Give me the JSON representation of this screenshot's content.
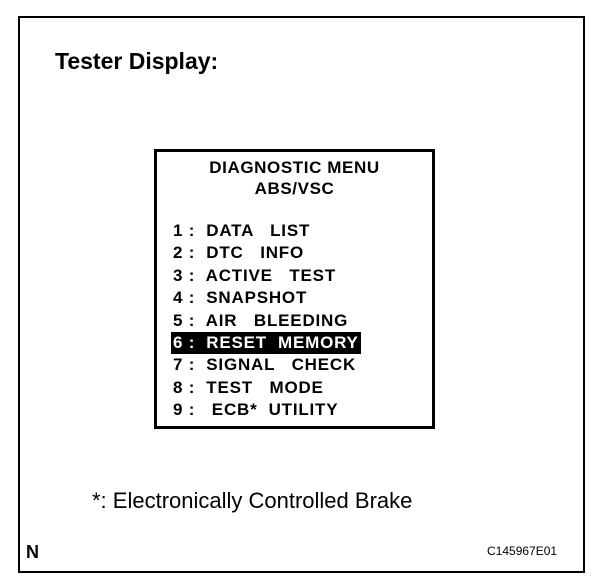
{
  "heading": "Tester Display:",
  "screen": {
    "title_line1": "DIAGNOSTIC  MENU",
    "title_line2": "ABS/VSC",
    "selected_index": 5,
    "items": [
      {
        "label": "1 :  DATA   LIST"
      },
      {
        "label": "2 :  DTC   INFO"
      },
      {
        "label": "3 :  ACTIVE   TEST"
      },
      {
        "label": "4 :  SNAPSHOT"
      },
      {
        "label": "5 :  AIR   BLEEDING"
      },
      {
        "label": "6 :  RESET  MEMORY"
      },
      {
        "label": "7 :  SIGNAL   CHECK"
      },
      {
        "label": "8 :  TEST   MODE"
      },
      {
        "label": "9 :   ECB*  UTILITY"
      }
    ]
  },
  "footnote": "*: Electronically Controlled Brake",
  "corner_left": "N",
  "figure_code": "C145967E01"
}
